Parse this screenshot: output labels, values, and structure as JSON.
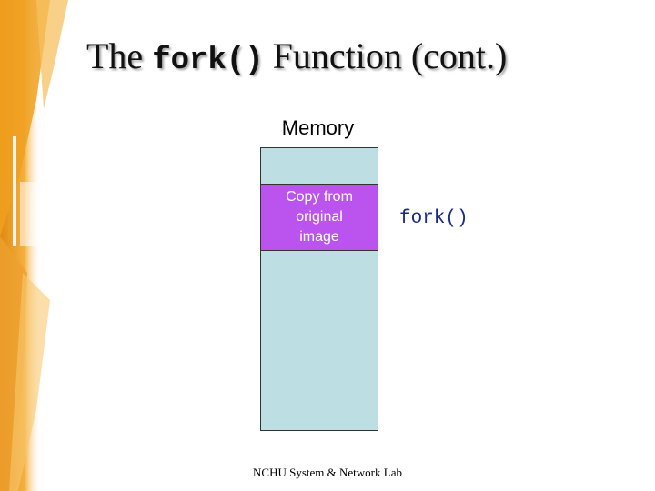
{
  "slide": {
    "title_prefix": "The ",
    "title_code": "fork()",
    "title_suffix": " Function (cont.)",
    "memory_label": "Memory",
    "copy_segment_text": "Copy from\noriginal\nimage",
    "fork_label": "fork()",
    "footer": "NCHU System & Network Lab"
  },
  "colors": {
    "memory_fill": "#bddfe3",
    "copy_fill": "#bb53ee",
    "fork_text": "#1a2b86",
    "decor_orange": "#f0a020"
  }
}
